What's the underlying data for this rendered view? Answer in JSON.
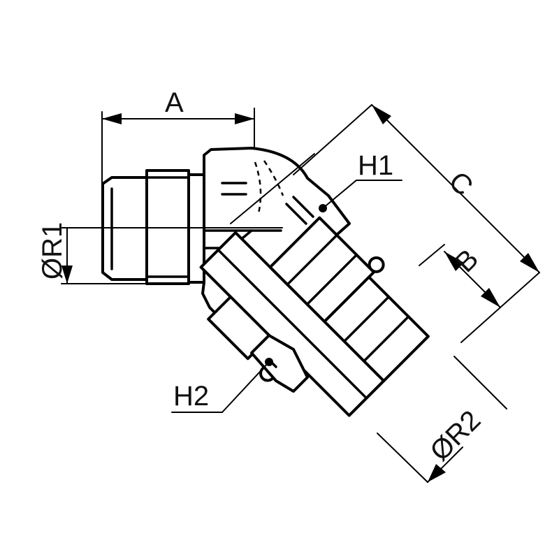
{
  "drawing": {
    "labels": {
      "a": "A",
      "b": "B",
      "c": "C",
      "h1": "H1",
      "h2": "H2",
      "r1": "ØR1",
      "r2": "ØR2"
    },
    "line_color": "#000000",
    "background": "#ffffff"
  }
}
